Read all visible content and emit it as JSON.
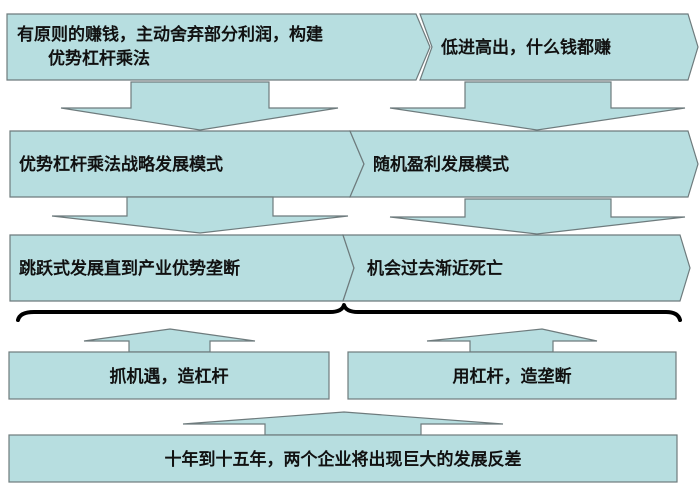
{
  "row1": {
    "left_line1": "有原则的赚钱，主动舍弃部分利润，构建",
    "left_line2": "优势杠杆乘法",
    "right": "低进高出，什么钱都赚"
  },
  "row2": {
    "left": "优势杠杆乘法战略发展模式",
    "right": "随机盈利发展模式"
  },
  "row3": {
    "left": "跳跃式发展直到产业优势垄断",
    "right": "机会过去渐近死亡"
  },
  "row4": {
    "left": "抓机遇，造杠杆",
    "right": "用杠杆，造垄断"
  },
  "bottom": "十年到十五年，两个企业将出现巨大的发展反差",
  "colors": {
    "fill": "#b7dee0",
    "stroke": "#6e7b7d"
  }
}
